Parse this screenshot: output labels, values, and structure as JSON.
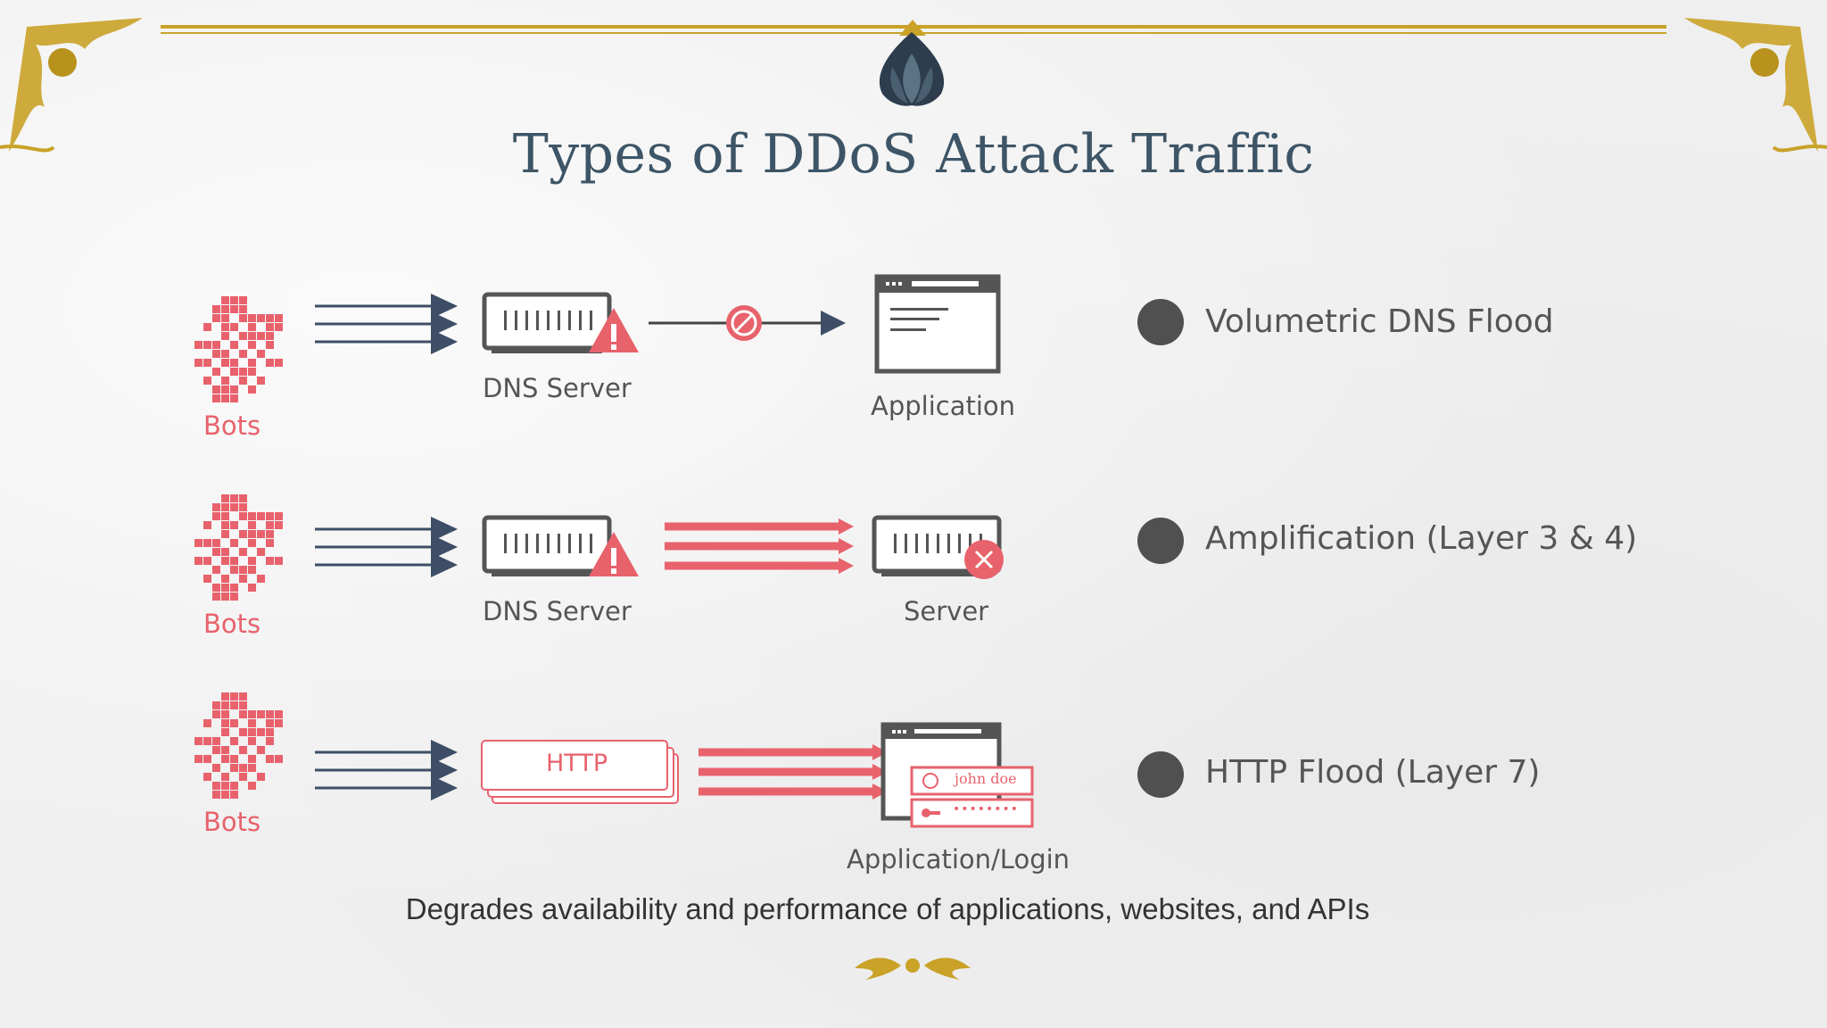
{
  "title": "Types of DDoS Attack Traffic",
  "rows": [
    {
      "source": "Bots",
      "middle": "DNS Server",
      "target": "Application",
      "legend": "Volumetric DNS Flood"
    },
    {
      "source": "Bots",
      "middle": "DNS Server",
      "target": "Server",
      "legend": "Amplification (Layer 3 & 4)"
    },
    {
      "source": "Bots",
      "middle": "HTTP",
      "target": "Application/Login",
      "legend": "HTTP Flood (Layer 7)",
      "login_user": "john doe",
      "login_pass": "••••••••"
    }
  ],
  "footer": "Degrades availability and performance of applications, websites, and APIs",
  "colors": {
    "accent_red": "#e8626c",
    "navy": "#3d4e66",
    "gold": "#c9a227",
    "title": "#3d5566"
  },
  "icons": [
    "bot-grid-icon",
    "dns-server-icon",
    "warning-icon",
    "blocked-icon",
    "application-window-icon",
    "server-error-icon",
    "http-stack-icon",
    "login-window-icon",
    "lotus-emblem-icon",
    "ornament-icon"
  ]
}
